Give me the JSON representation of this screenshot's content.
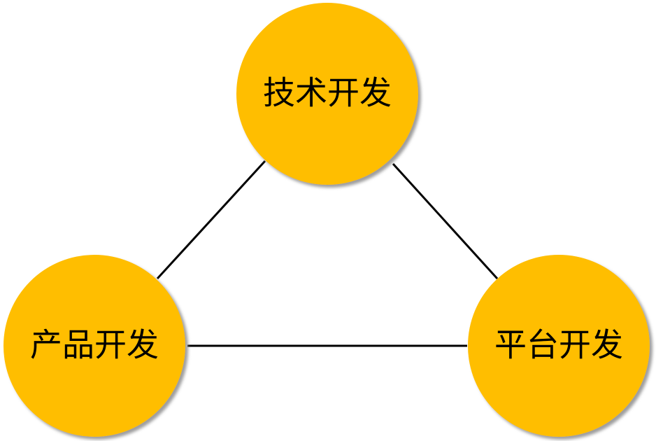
{
  "diagram": {
    "nodes": [
      {
        "id": "tech",
        "label": "技术开发"
      },
      {
        "id": "product",
        "label": "产品开发"
      },
      {
        "id": "platform",
        "label": "平台开发"
      }
    ],
    "edges": [
      {
        "from": "tech",
        "to": "product"
      },
      {
        "from": "tech",
        "to": "platform"
      },
      {
        "from": "product",
        "to": "platform"
      }
    ],
    "colors": {
      "node_fill": "#FFBE00",
      "node_shadow": "#8C8C8C",
      "edge": "#000000",
      "text": "#000000"
    }
  }
}
